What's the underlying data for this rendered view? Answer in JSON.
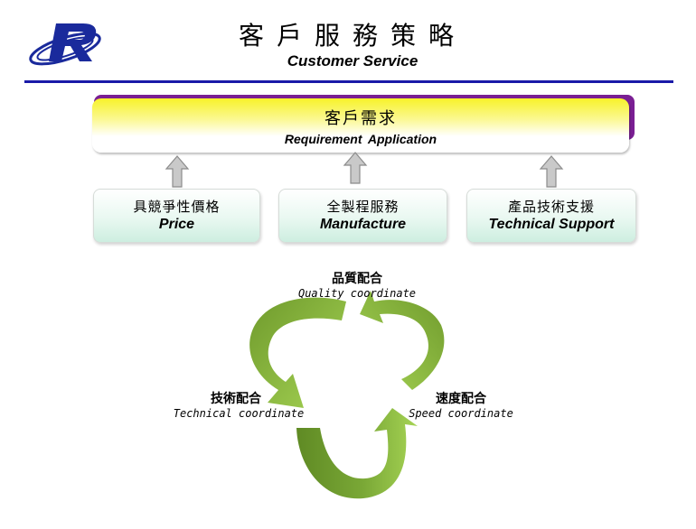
{
  "header": {
    "title_zh": "客戶服務策略",
    "title_en": "Customer Service",
    "logo_icon": "company-logo-r-icon",
    "rule_color": "#1a1aa8"
  },
  "requirement": {
    "label_zh": "客戶需求",
    "label_en": "Requirement  Application"
  },
  "services": [
    {
      "label_zh": "具競爭性價格",
      "label_en": "Price"
    },
    {
      "label_zh": "全製程服務",
      "label_en": "Manufacture"
    },
    {
      "label_zh": "產品技術支援",
      "label_en": "Technical Support"
    }
  ],
  "cycle": {
    "nodes": [
      {
        "label_zh": "品質配合",
        "label_en": "Quality coordinate"
      },
      {
        "label_zh": "技術配合",
        "label_en": "Technical coordinate"
      },
      {
        "label_zh": "速度配合",
        "label_en": "Speed  coordinate"
      }
    ],
    "arrow_color_light": "#9fd04c",
    "arrow_color_dark": "#6f9a2c"
  }
}
